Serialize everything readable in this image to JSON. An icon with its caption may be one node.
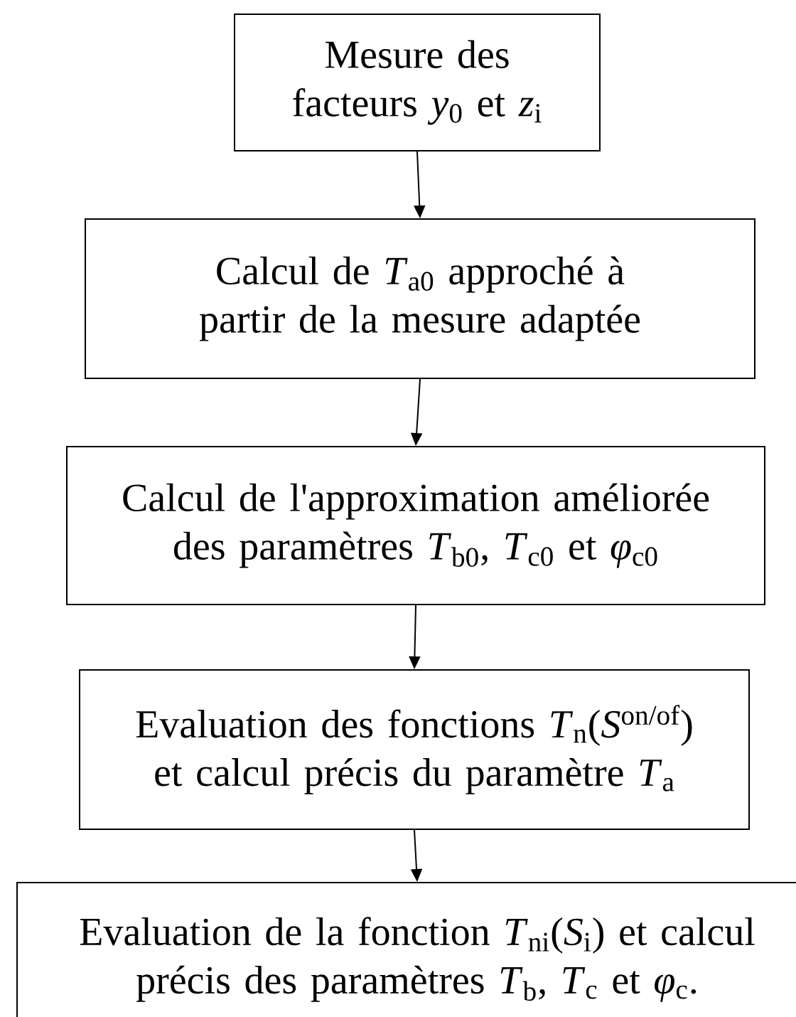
{
  "diagram": {
    "nodes": [
      {
        "text": [
          "Mesure des facteurs *y*$_{0}$ et *z*$_{i}$"
        ]
      },
      {
        "text": [
          "Calcul de *T*$_{a0}$ approché à partir de la mesure adaptée"
        ]
      },
      {
        "text": [
          "Calcul de l'approximation améliorée des paramètres *T*$_{b0}$, *T*$_{c0}$ et *φ*$_{c0}$"
        ]
      },
      {
        "text": [
          "Evaluation des fonctions *T*$_{n}$(*S*$^{on/of}$) et calcul précis du paramètre *T*$_{a}$"
        ]
      },
      {
        "text": [
          "Evaluation de la fonction *T*$_{ni}$(*S*$_{i}$) et calcul précis des paramètres *T*$_{b}$, *T*$_{c}$ et *φ*$_{c}$."
        ]
      }
    ],
    "edges": [
      {
        "from": 0,
        "to": 1,
        "arrow": "to"
      },
      {
        "from": 1,
        "to": 2,
        "arrow": "to"
      },
      {
        "from": 2,
        "to": 3,
        "arrow": "to"
      },
      {
        "from": 3,
        "to": 4,
        "arrow": "to"
      }
    ]
  }
}
